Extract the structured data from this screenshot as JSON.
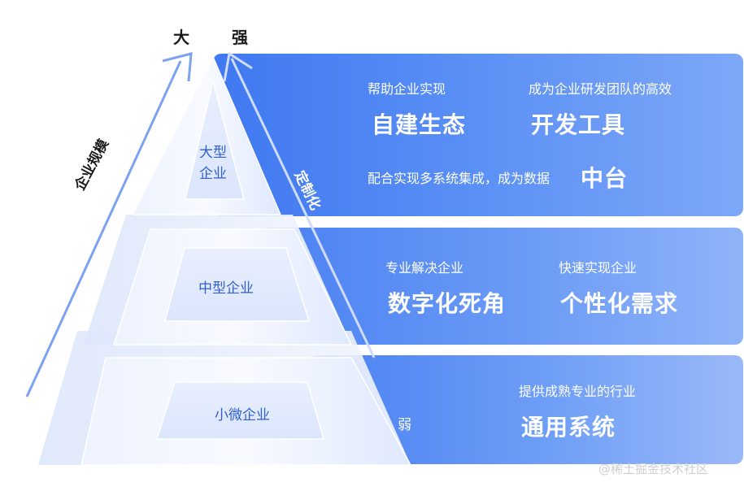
{
  "top_labels": {
    "large": "大",
    "strong": "强"
  },
  "axis_left": "企业规模",
  "axis_right": "定制化",
  "weak_label": "弱",
  "tiers": {
    "large": {
      "name_line1": "大型",
      "name_line2": "企业",
      "text1": "帮助企业实现",
      "big1": "自建生态",
      "text2": "成为企业研发团队的高效",
      "big2": "开发工具",
      "text3": "配合实现多系统集成，成为数据",
      "big3": "中台"
    },
    "medium": {
      "name": "中型企业",
      "text1": "专业解决企业",
      "big1": "数字化死角",
      "text2": "快速实现企业",
      "big2": "个性化需求"
    },
    "small": {
      "name": "小微企业",
      "text1": "提供成熟专业的行业",
      "big1": "通用系统"
    }
  },
  "watermark": "@稀土掘金技术社区"
}
